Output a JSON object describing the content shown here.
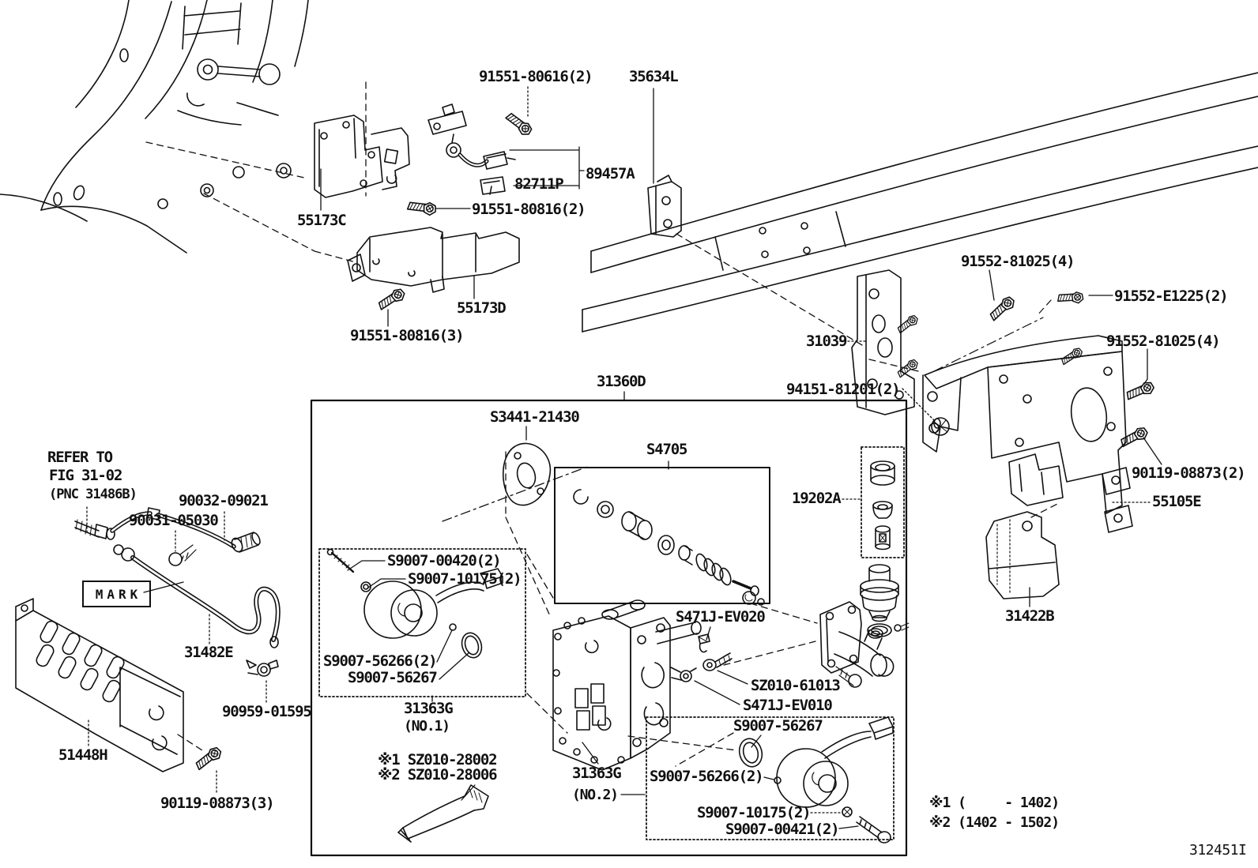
{
  "diagram": {
    "id": "312451I",
    "notes": {
      "refer": [
        "REFER TO",
        "FIG 31-02",
        "(PNC 31486B)"
      ],
      "mark": "MARK",
      "footnote1": "※1 (     - 1402)",
      "footnote2": "※2 (1402 - 1502)"
    },
    "labels": {
      "bolt_91551_80616": "91551-80616(2)",
      "bracket_35634L": "35634L",
      "sensor_89457A": "89457A",
      "clamp_82711P": "82711P",
      "bolt_91551_80816_2": "91551-80816(2)",
      "bracket_55173C": "55173C",
      "bracket_55173D": "55173D",
      "bolt_91551_80816_3": "91551-80816(3)",
      "bolt_91552_81025_top": "91552-81025(4)",
      "bolt_91552_E1225": "91552-E1225(2)",
      "bolt_91552_81025_right": "91552-81025(4)",
      "bracket_31039": "31039",
      "rivet_94151_81201": "94151-81201(2)",
      "assy_31360D": "31360D",
      "gasket_S3441_21430": "S3441-21430",
      "kit_S4705": "S4705",
      "kit_19202A": "19202A",
      "bolt_90119_08873_2": "90119-08873(2)",
      "bracket_55105E": "55105E",
      "cover_31422B": "31422B",
      "fitting_90032_09021": "90032-09021",
      "bolt_90031_05030": "90031-05030",
      "tube_31482E": "31482E",
      "clamp_90959_01595": "90959-01595",
      "plate_51448H": "51448H",
      "bolt_90119_08873_3": "90119-08873(3)",
      "screw_S9007_00420": "S9007-00420(2)",
      "washer_S9007_10175_no1": "S9007-10175(2)",
      "ball_S9007_56266_no1": "S9007-56266(2)",
      "oring_S9007_56267_no1": "S9007-56267",
      "solenoid_31363G_no1": "31363G",
      "solenoid_31363G_no1_sub": "(NO.1)",
      "sealant_sz1": "※1 SZ010-28002",
      "sealant_sz2": "※2 SZ010-28006",
      "valvebody_31363G_no2": "31363G",
      "valvebody_31363G_no2_sub": "(NO.2)",
      "oring_S9007_56267_no2": "S9007-56267",
      "ball_S9007_56266_no2": "S9007-56266(2)",
      "washer_S9007_10175_no2": "S9007-10175(2)",
      "bolt_S9007_00421": "S9007-00421(2)",
      "clip_S471J_EV020": "S471J-EV020",
      "bolt_SZ010_61013": "SZ010-61013",
      "clamp_S471J_EV010": "S471J-EV010"
    }
  }
}
